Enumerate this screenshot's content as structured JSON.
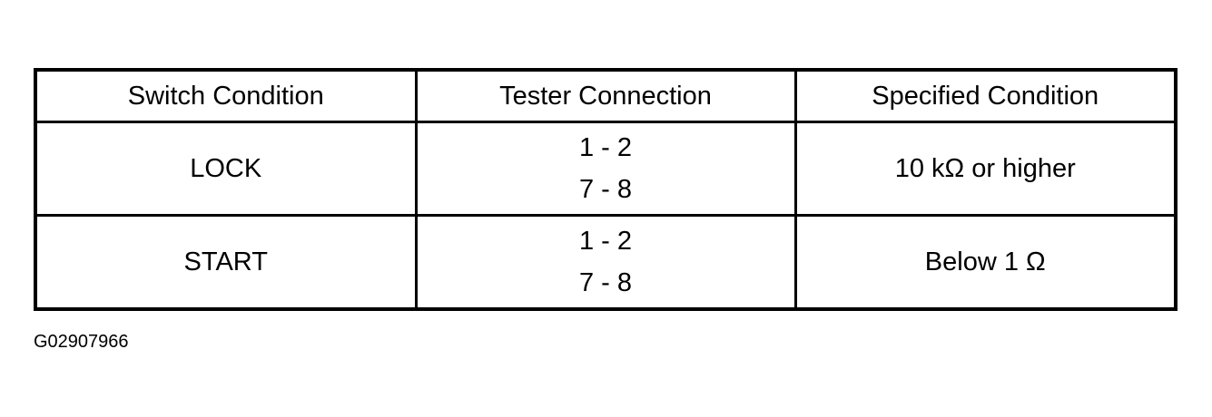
{
  "table": {
    "headers": [
      "Switch Condition",
      "Tester Connection",
      "Specified Condition"
    ],
    "rows": [
      {
        "switch_condition": "LOCK",
        "tester_connection": [
          "1 - 2",
          "7 - 8"
        ],
        "specified_condition": "10 kΩ or higher"
      },
      {
        "switch_condition": "START",
        "tester_connection": [
          "1 - 2",
          "7 - 8"
        ],
        "specified_condition": "Below 1 Ω"
      }
    ]
  },
  "figure_id": "G02907966"
}
